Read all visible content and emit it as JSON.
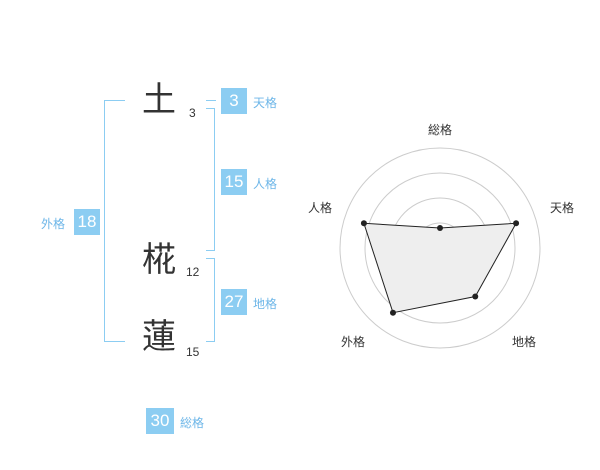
{
  "name": {
    "characters": [
      {
        "char": "土",
        "strokes": "3"
      },
      {
        "char": "椛",
        "strokes": "12"
      },
      {
        "char": "蓮",
        "strokes": "15"
      }
    ]
  },
  "fortune": {
    "tenkaku": {
      "value": "3",
      "label": "天格"
    },
    "jinkaku": {
      "value": "15",
      "label": "人格"
    },
    "chikaku": {
      "value": "27",
      "label": "地格"
    },
    "gaikaku": {
      "value": "18",
      "label": "外格"
    },
    "soukaku": {
      "value": "30",
      "label": "総格"
    }
  },
  "chart_data": {
    "type": "radar",
    "axes": [
      "総格",
      "天格",
      "地格",
      "外格",
      "人格"
    ],
    "values": [
      1,
      4,
      3,
      4,
      4
    ],
    "max": 5,
    "rings": 4,
    "colors": {
      "fill": "#eeeeee",
      "line": "#222222",
      "grid": "#cccccc"
    }
  }
}
